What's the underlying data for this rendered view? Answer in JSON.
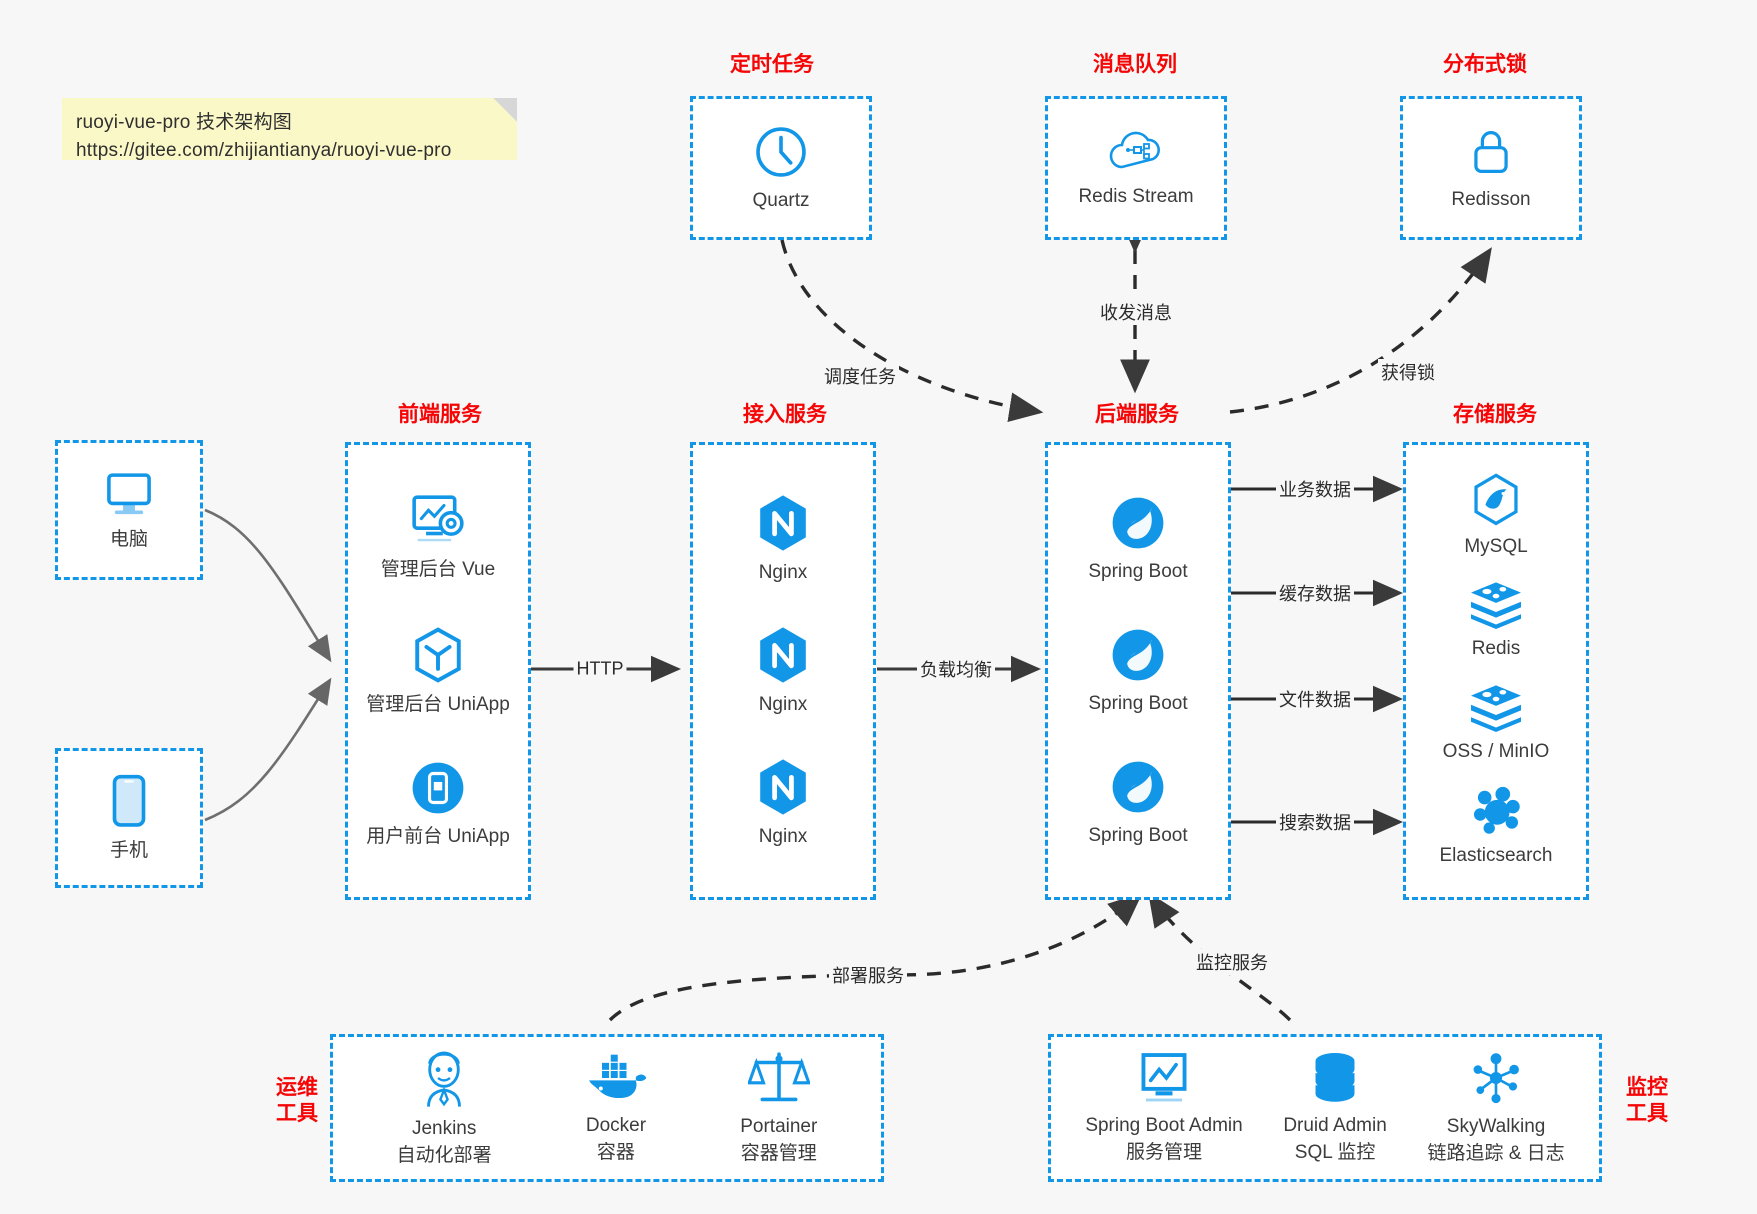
{
  "note": {
    "line1": "ruoyi-vue-pro 技术架构图",
    "line2": "https://gitee.com/zhijiantianya/ruoyi-vue-pro"
  },
  "colors": {
    "accent_blue": "#1296e8",
    "title_red": "#f50505",
    "note_yellow": "#fbf8c8",
    "background": "#f7f7f7",
    "arrow_dark": "#3a3a3a",
    "text": "#3c3c3c"
  },
  "groups": {
    "scheduled_task": {
      "title": "定时任务",
      "items": [
        {
          "label": "Quartz",
          "icon": "clock-icon"
        }
      ]
    },
    "message_queue": {
      "title": "消息队列",
      "items": [
        {
          "label": "Redis Stream",
          "icon": "cloud-stream-icon"
        }
      ]
    },
    "distributed_lock": {
      "title": "分布式锁",
      "items": [
        {
          "label": "Redisson",
          "icon": "lock-icon"
        }
      ]
    },
    "devices": {
      "computer": {
        "label": "电脑",
        "icon": "monitor-icon"
      },
      "phone": {
        "label": "手机",
        "icon": "smartphone-icon"
      }
    },
    "frontend": {
      "title": "前端服务",
      "items": [
        {
          "label": "管理后台 Vue",
          "icon": "dashboard-gear-icon"
        },
        {
          "label": "管理后台 UniApp",
          "icon": "hexagon-cube-icon"
        },
        {
          "label": "用户前台 UniApp",
          "icon": "app-card-icon"
        }
      ]
    },
    "gateway": {
      "title": "接入服务",
      "items": [
        {
          "label": "Nginx",
          "icon": "nginx-icon"
        },
        {
          "label": "Nginx",
          "icon": "nginx-icon"
        },
        {
          "label": "Nginx",
          "icon": "nginx-icon"
        }
      ]
    },
    "backend": {
      "title": "后端服务",
      "items": [
        {
          "label": "Spring Boot",
          "icon": "spring-leaf-icon"
        },
        {
          "label": "Spring Boot",
          "icon": "spring-leaf-icon"
        },
        {
          "label": "Spring Boot",
          "icon": "spring-leaf-icon"
        }
      ]
    },
    "storage": {
      "title": "存储服务",
      "items": [
        {
          "label": "MySQL",
          "icon": "mysql-dolphin-icon"
        },
        {
          "label": "Redis",
          "icon": "redis-stack-icon"
        },
        {
          "label": "OSS / MinIO",
          "icon": "object-storage-icon"
        },
        {
          "label": "Elasticsearch",
          "icon": "elasticsearch-icon"
        }
      ]
    },
    "devops": {
      "title_line1": "运维",
      "title_line2": "工具",
      "items": [
        {
          "name": "Jenkins",
          "desc": "自动化部署",
          "icon": "jenkins-butler-icon"
        },
        {
          "name": "Docker",
          "desc": "容器",
          "icon": "docker-whale-icon"
        },
        {
          "name": "Portainer",
          "desc": "容器管理",
          "icon": "portainer-scale-icon"
        }
      ]
    },
    "monitoring": {
      "title_line1": "监控",
      "title_line2": "工具",
      "items": [
        {
          "name": "Spring Boot Admin",
          "desc": "服务管理",
          "icon": "chart-monitor-icon"
        },
        {
          "name": "Druid Admin",
          "desc": "SQL 监控",
          "icon": "database-icon"
        },
        {
          "name": "SkyWalking",
          "desc": "链路追踪 & 日志",
          "icon": "skywalking-node-icon"
        }
      ]
    }
  },
  "connections": [
    {
      "id": "http",
      "label": "HTTP"
    },
    {
      "id": "load-balance",
      "label": "负载均衡"
    },
    {
      "id": "schedule-task",
      "label": "调度任务"
    },
    {
      "id": "send-receive-message",
      "label": "收发消息"
    },
    {
      "id": "acquire-lock",
      "label": "获得锁"
    },
    {
      "id": "business-data",
      "label": "业务数据"
    },
    {
      "id": "cache-data",
      "label": "缓存数据"
    },
    {
      "id": "file-data",
      "label": "文件数据"
    },
    {
      "id": "search-data",
      "label": "搜索数据"
    },
    {
      "id": "deploy-service",
      "label": "部署服务"
    },
    {
      "id": "monitor-service",
      "label": "监控服务"
    }
  ]
}
